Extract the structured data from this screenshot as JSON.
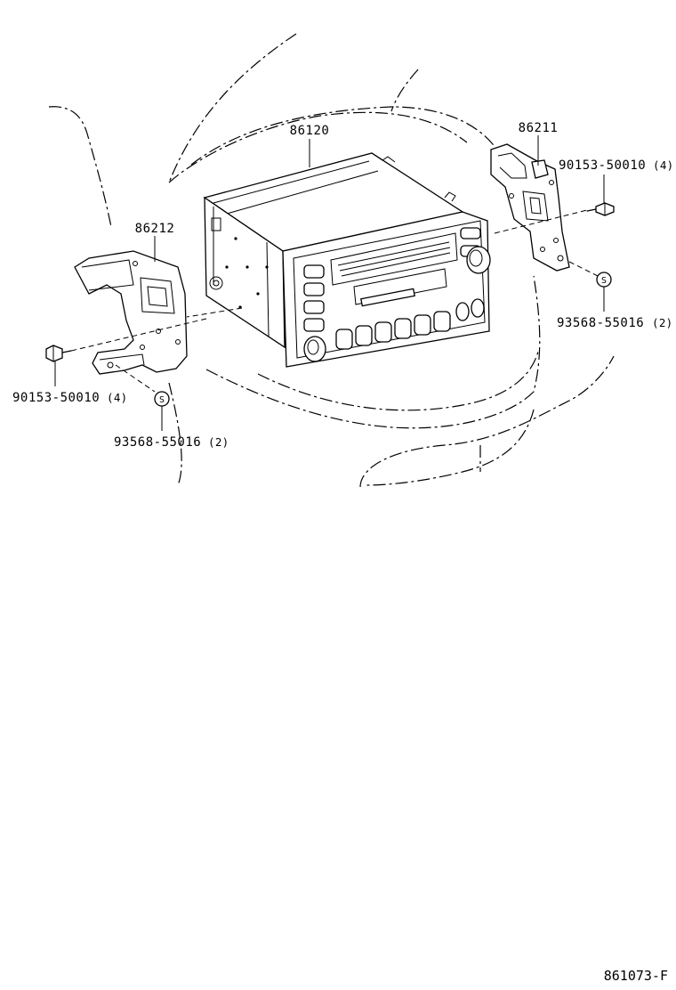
{
  "parts": {
    "radio_receiver": {
      "number": "86120"
    },
    "bracket_right": {
      "number": "86211"
    },
    "bracket_left": {
      "number": "86212"
    },
    "screw_right": {
      "number": "90153-50010",
      "qty": "(4)"
    },
    "screw_left": {
      "number": "90153-50010",
      "qty": "(4)"
    },
    "nut_right": {
      "number": "93568-55016",
      "qty": "(2)",
      "symbol": "S"
    },
    "nut_left": {
      "number": "93568-55016",
      "qty": "(2)",
      "symbol": "S"
    }
  },
  "diagram_code": "861073-F"
}
